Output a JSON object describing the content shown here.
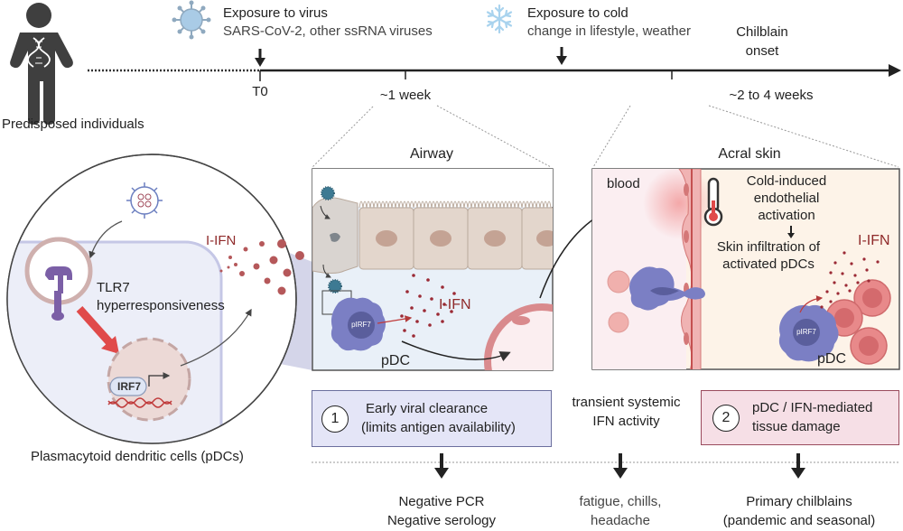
{
  "header": {
    "individual_label": "Predisposed individuals",
    "virus_exposure": {
      "title": "Exposure to virus",
      "detail": "SARS-CoV-2, other ssRNA viruses"
    },
    "cold_exposure": {
      "title": "Exposure to cold",
      "detail": "change in lifestyle, weather"
    },
    "onset_label_line1": "Chilblain",
    "onset_label_line2": "onset"
  },
  "timeline": {
    "t0_label": "T0",
    "week1_label": "~1 week",
    "weeks_label": "~2 to 4 weeks"
  },
  "pdc_panel": {
    "tlr7_line1": "TLR7",
    "tlr7_line2": "hyperresponsiveness",
    "ifn_label": "I-IFN",
    "irf7_label": "IRF7",
    "caption": "Plasmacytoid dendritic cells (pDCs)"
  },
  "airway_panel": {
    "title": "Airway",
    "ifn_label": "I-IFN",
    "pirf7_label": "pIRF7",
    "pdc_label": "pDC"
  },
  "skin_panel": {
    "title": "Acral skin",
    "blood_label": "blood",
    "cold_line1": "Cold-induced",
    "cold_line2": "endothelial",
    "cold_line3": "activation",
    "infiltration_line1": "Skin infiltration of",
    "infiltration_line2": "activated pDCs",
    "ifn_label": "I-IFN",
    "pirf7_label": "pIRF7",
    "pdc_label": "pDC"
  },
  "outcomes": {
    "box1": {
      "number": "1",
      "line1": "Early viral clearance",
      "line2": "(limits antigen availability)"
    },
    "middle": {
      "line1": "transient systemic",
      "line2": "IFN activity"
    },
    "box2": {
      "number": "2",
      "line1": "pDC / IFN-mediated",
      "line2": "tissue damage"
    },
    "result1": {
      "line1": "Negative PCR",
      "line2": "Negative serology"
    },
    "result2": {
      "line1": "fatigue, chills,",
      "line2": "headache"
    },
    "result3": {
      "line1": "Primary chilblains",
      "line2": "(pandemic and seasonal)"
    }
  },
  "colors": {
    "ifn_red": "#8f2a2a",
    "pdc_purple": "#7b7fc4",
    "box1_fill": "#e4e5f7",
    "box2_fill": "#f6dfe6",
    "virus_blue": "#a9cbe6"
  }
}
